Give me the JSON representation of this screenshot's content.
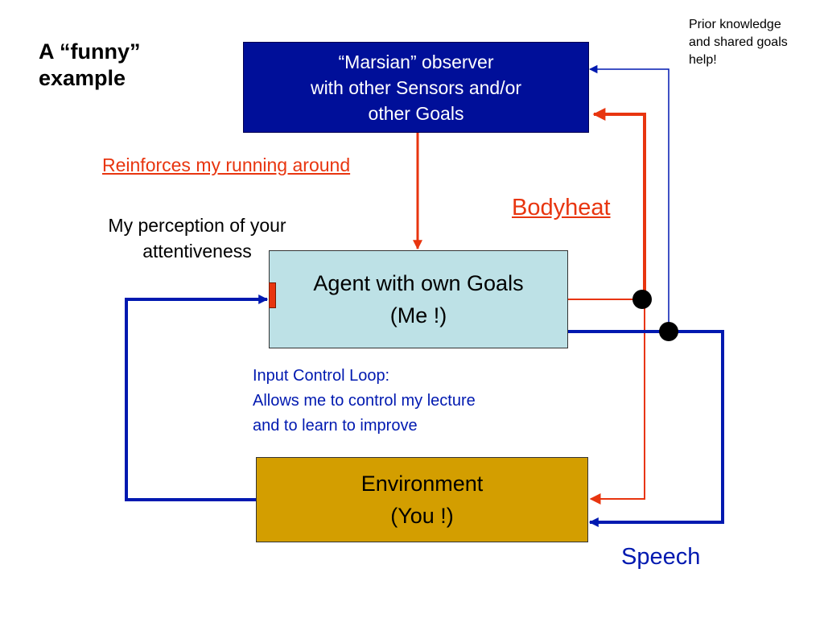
{
  "title": "A “funny”\nexample",
  "note": "Prior knowledge\nand shared goals\nhelp!",
  "boxes": {
    "observer": "“Marsian” observer\nwith other Sensors and/or\nother Goals",
    "agent": "Agent with own Goals\n(Me !)",
    "environment": "Environment\n(You !)"
  },
  "labels": {
    "reinforces": "Reinforces my running around",
    "bodyheat": "Bodyheat",
    "perception": "My perception of your\nattentiveness",
    "input_loop": "Input Control Loop:\nAllows me to control my lecture\nand to learn to improve",
    "speech": "Speech"
  },
  "colors": {
    "red": "#e8350f",
    "blue": "#0019b0",
    "observer_fill": "#000f99",
    "agent_fill": "#bde1e6",
    "environment_fill": "#d39e00"
  }
}
